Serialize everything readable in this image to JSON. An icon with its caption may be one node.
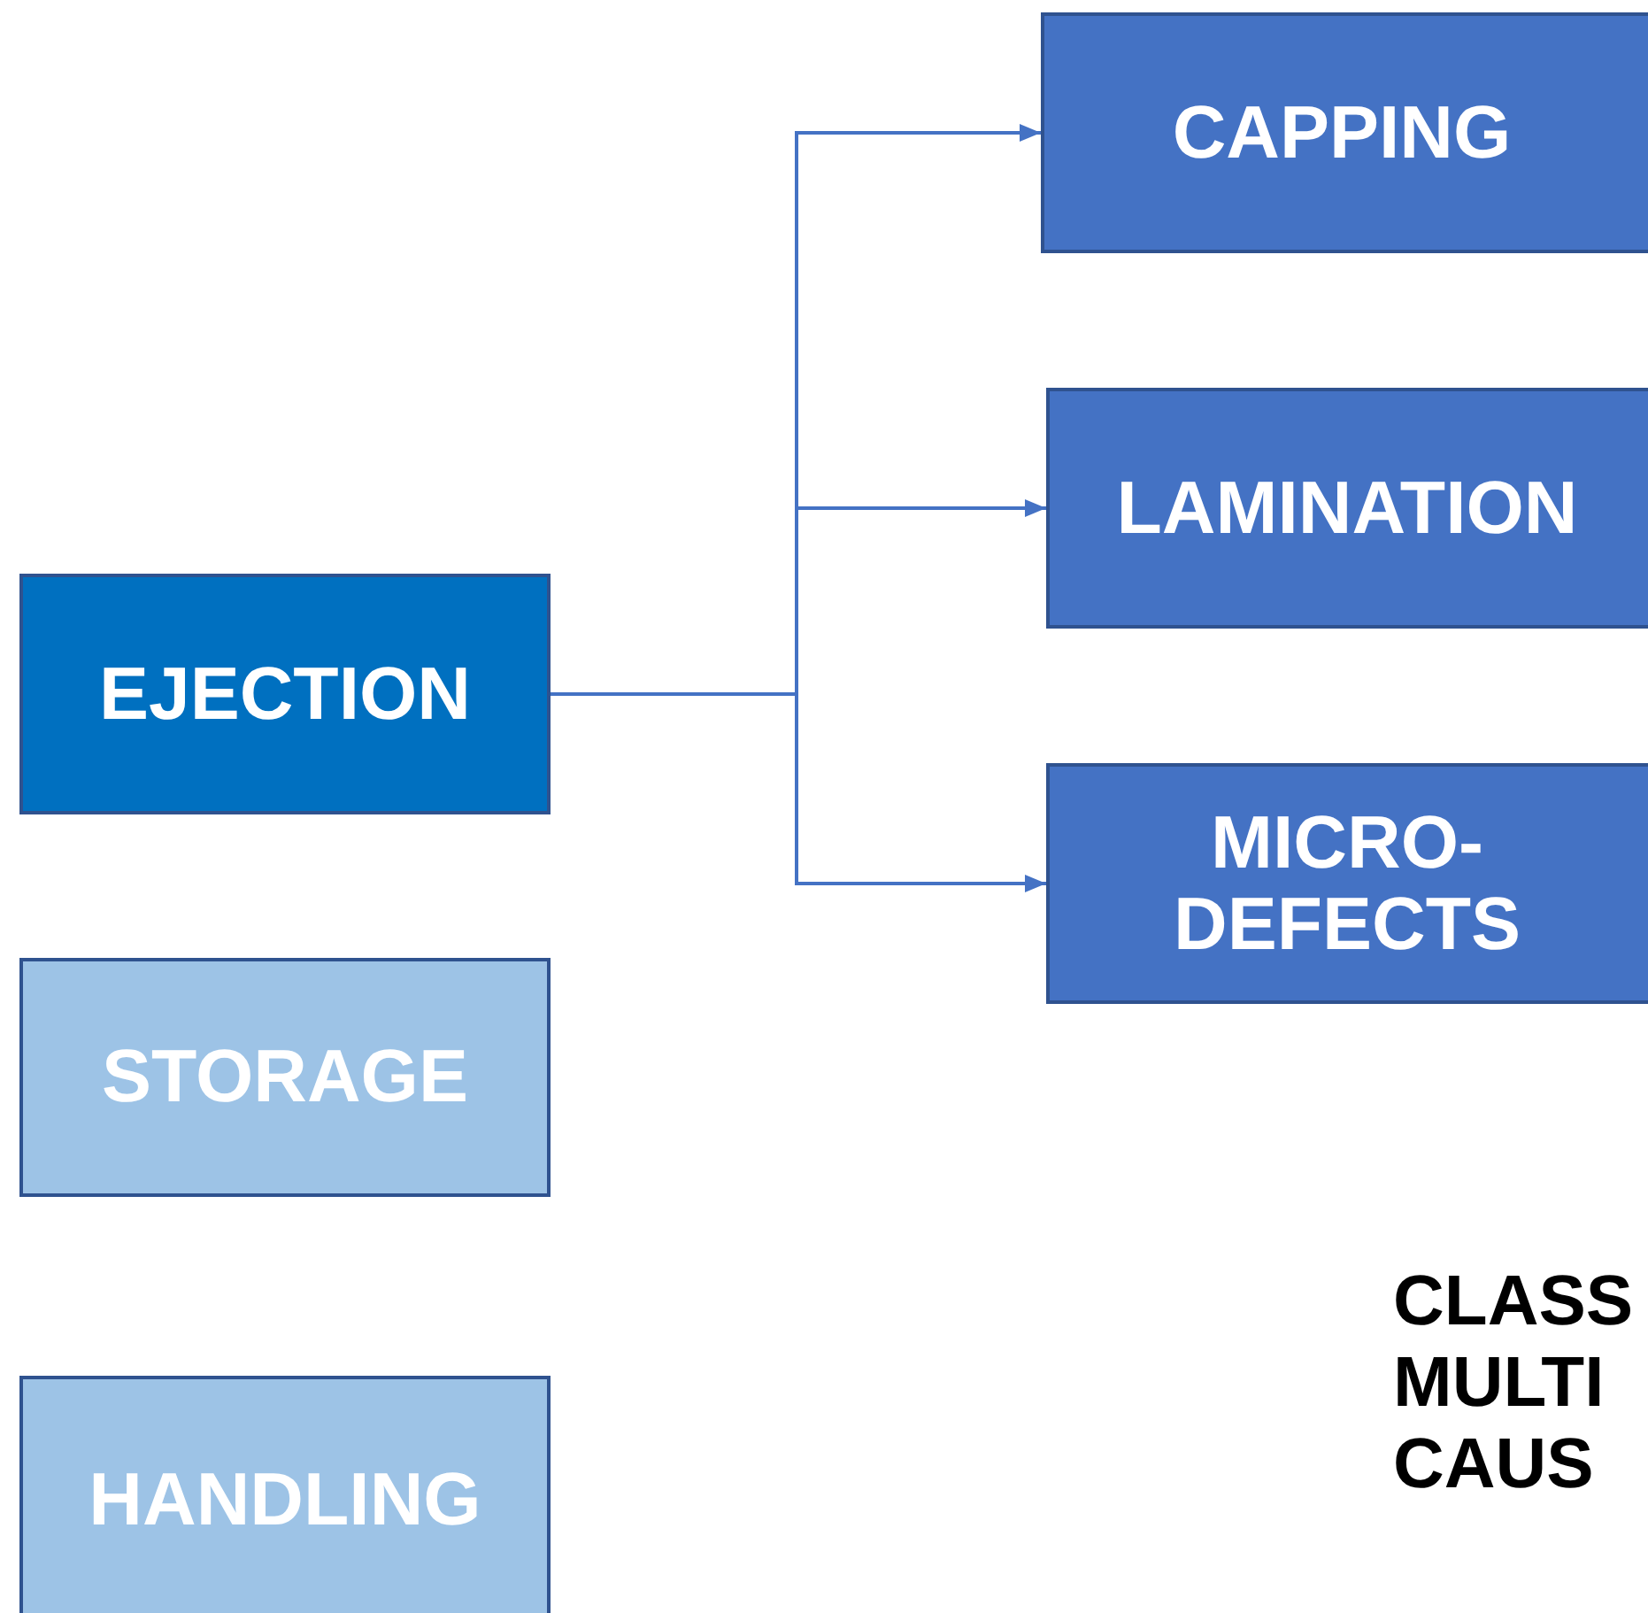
{
  "diagram": {
    "nodes": [
      {
        "text": [
          "EJECTION"
        ]
      },
      {
        "text": [
          "STORAGE"
        ]
      },
      {
        "text": [
          "HANDLING"
        ]
      },
      {
        "text": [
          "CAPPING"
        ]
      },
      {
        "text": [
          "LAMINATION"
        ]
      },
      {
        "text": [
          "MICRO- DEFECTS"
        ]
      }
    ],
    "edges": [
      {
        "from": 0,
        "to": 3,
        "arrow": "to"
      },
      {
        "from": 0,
        "to": 4,
        "arrow": "to"
      },
      {
        "from": 0,
        "to": 5,
        "arrow": "to"
      }
    ],
    "labels": [
      "CLASS MULTI CAUS"
    ]
  }
}
